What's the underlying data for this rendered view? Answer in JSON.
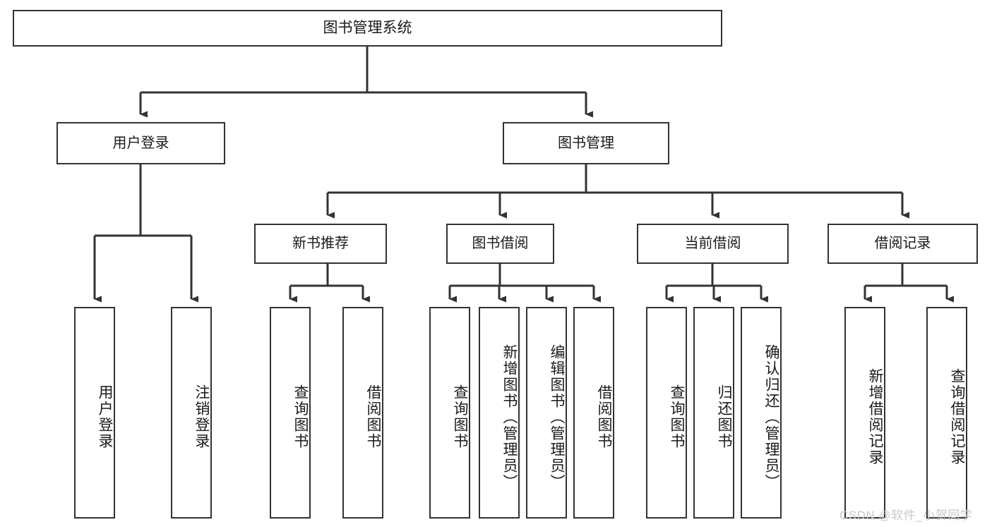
{
  "diagram": {
    "title": "图书管理系统",
    "type": "tree-hierarchy-diagram",
    "root": {
      "label": "图书管理系统"
    },
    "level1": [
      {
        "label": "用户登录"
      },
      {
        "label": "图书管理"
      }
    ],
    "level2": [
      {
        "label": "新书推荐"
      },
      {
        "label": "图书借阅"
      },
      {
        "label": "当前借阅"
      },
      {
        "label": "借阅记录"
      }
    ],
    "leaves": {
      "user_login": [
        {
          "label": "用户登录"
        },
        {
          "label": "注销登录"
        }
      ],
      "new_book_recommend": [
        {
          "label": "查询图书"
        },
        {
          "label": "借阅图书"
        }
      ],
      "book_borrow": [
        {
          "label": "查询图书"
        },
        {
          "label": "新增图书（管理员）"
        },
        {
          "label": "编辑图书（管理员）"
        },
        {
          "label": "借阅图书"
        }
      ],
      "current_borrow": [
        {
          "label": "查询图书"
        },
        {
          "label": "归还图书"
        },
        {
          "label": "确认归还（管理员）"
        }
      ],
      "borrow_record": [
        {
          "label": "新增借阅记录"
        },
        {
          "label": "查询借阅记录"
        }
      ]
    }
  },
  "watermark": {
    "text": "CSDN @软件_小贺同学"
  },
  "colors": {
    "background": "#ffffff",
    "box_border": "#333333",
    "box_fill": "#ffffff",
    "text": "#1a1a1a",
    "connector": "#333333",
    "watermark": "#c9c9c9"
  }
}
